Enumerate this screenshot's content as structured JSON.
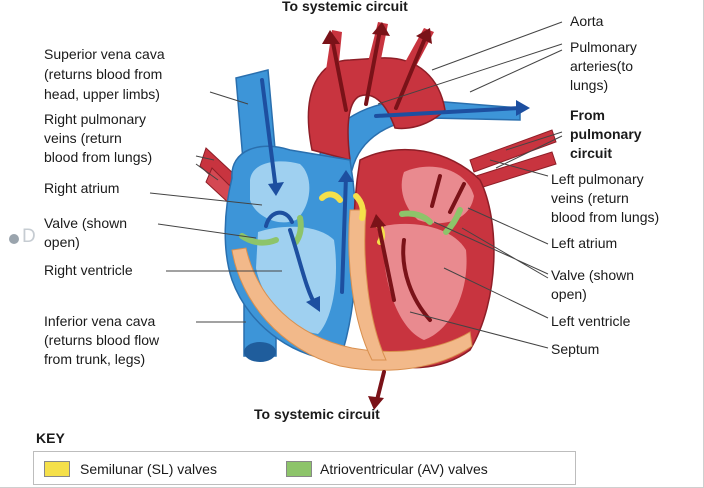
{
  "top_title": "To systemic circuit",
  "bottom_title": "To systemic circuit",
  "from_pulmonary": "From\npulmonary\ncircuit",
  "left_labels": {
    "svc": "Superior vena cava\n(returns blood from\nhead, upper limbs)",
    "rpv": "Right pulmonary\nveins (return\nblood from lungs)",
    "ra": "Right atrium",
    "valve": "Valve (shown\nopen)",
    "rv": "Right ventricle",
    "ivc": "Inferior vena cava\n(returns blood flow\nfrom trunk, legs)"
  },
  "right_labels": {
    "aorta": "Aorta",
    "pa": "Pulmonary\narteries(to\nlungs)",
    "lpv": "Left pulmonary\nveins (return\nblood from lungs)",
    "la": "Left atrium",
    "valve": "Valve (shown\nopen)",
    "lv": "Left ventricle",
    "septum": "Septum"
  },
  "key": {
    "title": "KEY",
    "sl_label": "Semilunar (SL) valves",
    "av_label": "Atrioventricular (AV) valves",
    "sl_color": "#f5e04a",
    "av_color": "#8dc46a"
  },
  "side_glyph": "D",
  "colors": {
    "blue": "#2f8fd6",
    "blue_light": "#8ec5ec",
    "red": "#c8343f",
    "red_light": "#e98a8f",
    "septum": "#f2b98a",
    "arrow_blue": "#1d4fa0",
    "arrow_red": "#7a1218"
  }
}
